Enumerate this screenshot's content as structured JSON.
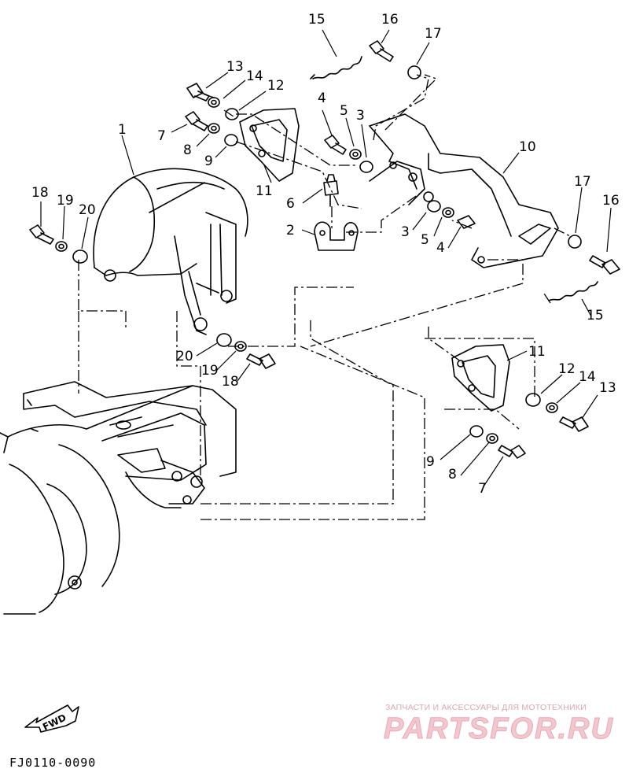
{
  "diagram": {
    "code": "FJ0110-0090",
    "fwd_label": "FWD",
    "part_labels": {
      "l1": "1",
      "l2": "2",
      "l3a": "3",
      "l3b": "3",
      "l4a": "4",
      "l4b": "4",
      "l5a": "5",
      "l5b": "5",
      "l6": "6",
      "l7a": "7",
      "l7b": "7",
      "l8a": "8",
      "l8b": "8",
      "l9a": "9",
      "l9b": "9",
      "l10": "10",
      "l11a": "11",
      "l11b": "11",
      "l12a": "12",
      "l12b": "12",
      "l13a": "13",
      "l13b": "13",
      "l14a": "14",
      "l14b": "14",
      "l15a": "15",
      "l15b": "15",
      "l16a": "16",
      "l16b": "16",
      "l17a": "17",
      "l17b": "17",
      "l18a": "18",
      "l18b": "18",
      "l19a": "19",
      "l19b": "19",
      "l20a": "20",
      "l20b": "20"
    }
  },
  "watermark": {
    "subtitle": "ЗАПЧАСТИ И АКСЕССУАРЫ ДЛЯ МОТОТЕХНИКИ",
    "brand": "PARTSFOR.RU"
  }
}
